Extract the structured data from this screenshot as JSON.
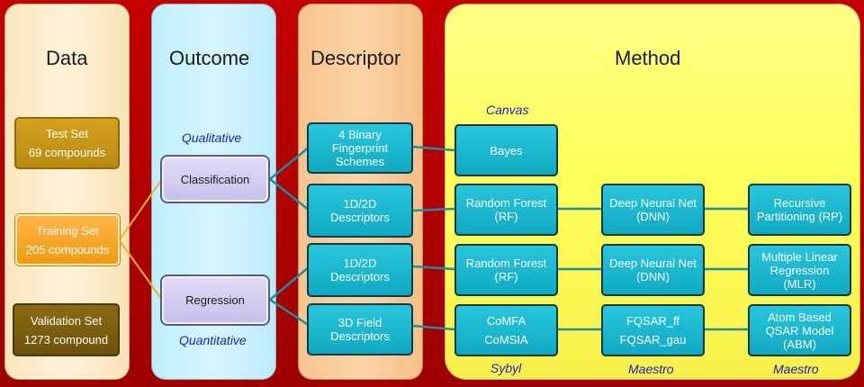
{
  "columns": {
    "data": "Data",
    "outcome": "Outcome",
    "descriptor": "Descriptor",
    "method": "Method"
  },
  "data_boxes": {
    "test": [
      "Test Set",
      "69 compounds"
    ],
    "training": [
      "Training Set",
      "205 compounds"
    ],
    "validation": [
      "Validation  Set",
      "1273 compound"
    ]
  },
  "outcome": {
    "qualitative": "Qualitative",
    "quantitative": "Quantitative",
    "classification": "Classification",
    "regression": "Regression"
  },
  "descriptors": {
    "d1": [
      "4 Binary",
      "Fingerprint",
      "Schemes"
    ],
    "d2": [
      "1D/2D",
      "Descriptors"
    ],
    "d3": [
      "1D/2D",
      "Descriptors"
    ],
    "d4": [
      "3D Field",
      "Descriptors"
    ]
  },
  "software": {
    "canvas": "Canvas",
    "sybyl": "Sybyl",
    "maestro1": "Maestro",
    "maestro2": "Maestro"
  },
  "methods": {
    "bayes": [
      "Bayes"
    ],
    "rf1": [
      "Random Forest",
      "(RF)"
    ],
    "dnn1": [
      "Deep Neural Net",
      "(DNN)"
    ],
    "rp": [
      "Recursive",
      "Partitioning (RP)"
    ],
    "rf2": [
      "Random Forest",
      "(RF)"
    ],
    "dnn2": [
      "Deep Neural Net",
      "(DNN)"
    ],
    "mlr": [
      "Multiple  Linear",
      "Regression",
      "(MLR)"
    ],
    "comfa": [
      "CoMFA",
      "CoMSIA"
    ],
    "fqsar": [
      "FQSAR_ff",
      "FQSAR_gau"
    ],
    "abm": [
      "Atom Based",
      "QSAR Model",
      "(ABM)"
    ]
  },
  "colors": {
    "background": "#b00000",
    "connector_teal": "#1a8fa6",
    "connector_gold": "#f3b51a",
    "label_blue": "#1a22c8"
  }
}
